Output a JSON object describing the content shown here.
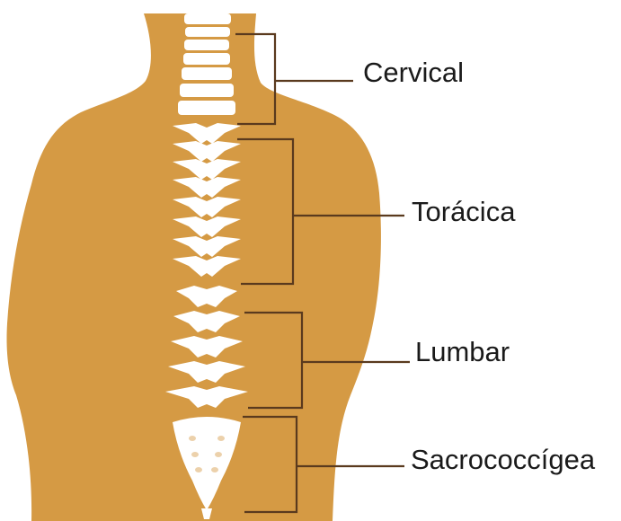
{
  "colors": {
    "body": "#D59A44",
    "bone": "#FFFFFF",
    "bracket": "#5A3A1E",
    "text": "#1A1A1A"
  },
  "regions": [
    {
      "id": "cervical",
      "label": "Cervical"
    },
    {
      "id": "toracica",
      "label": "Torácica"
    },
    {
      "id": "lumbar",
      "label": "Lumbar"
    },
    {
      "id": "sacrococcigea",
      "label": "Sacrococcígea"
    }
  ]
}
